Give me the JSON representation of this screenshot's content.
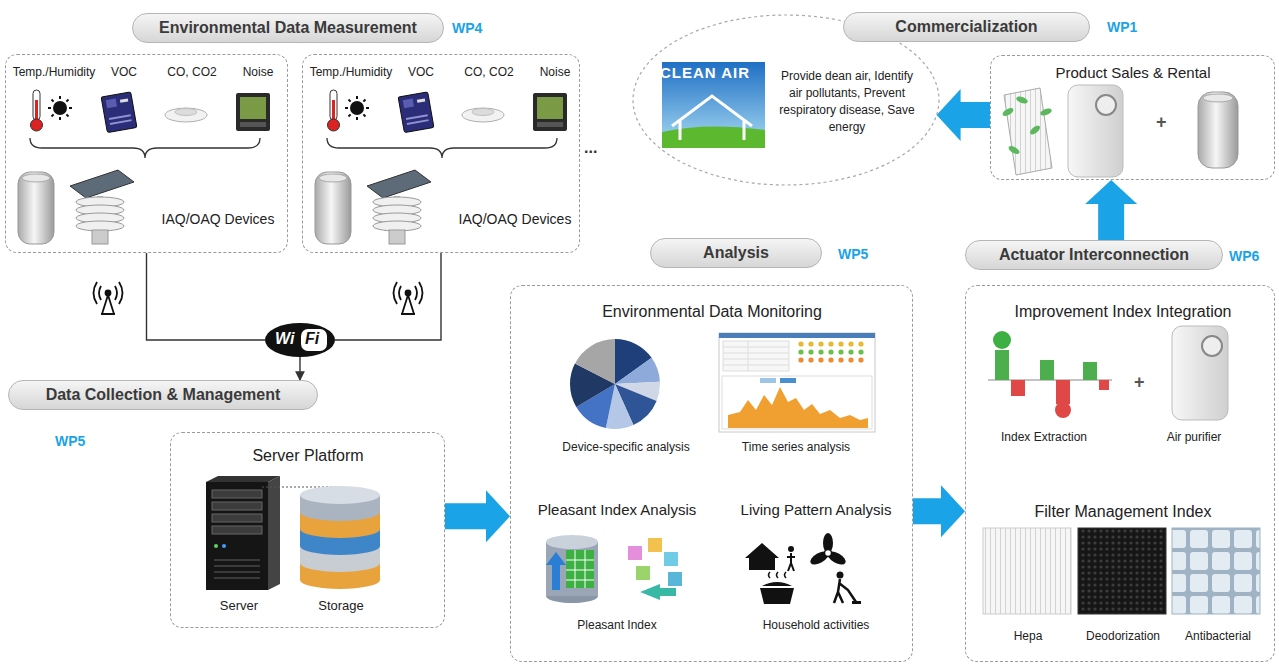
{
  "diagram": {
    "nodes": [
      {
        "text": [
          "Environmental Data Measurement"
        ]
      },
      {
        "text": [
          "Temp./Humidity",
          "VOC",
          "CO, CO2",
          "Noise",
          "IAQ/OAQ Devices"
        ]
      },
      {
        "text": [
          "Temp./Humidity",
          "VOC",
          "CO, CO2",
          "Noise",
          "IAQ/OAQ Devices"
        ]
      },
      {
        "text": [
          "Wi",
          "Fi"
        ]
      },
      {
        "text": [
          "Data Collection & Management"
        ]
      },
      {
        "text": [
          "Server Platform",
          "Server",
          "Storage"
        ]
      },
      {
        "text": [
          "Analysis"
        ]
      },
      {
        "text": [
          "Environmental Data Monitoring",
          "Device-specific analysis",
          "Time series analysis",
          "Pleasant Index Analysis",
          "Pleasant Index",
          "Living Pattern Analysis",
          "Household activities"
        ]
      },
      {
        "text": [
          "Actuator Interconnection"
        ]
      },
      {
        "text": [
          "Improvement Index Integration",
          "Index Extraction",
          "Air purifier",
          "Filter Management Index",
          "Hepa",
          "Deodorization",
          "Antibacterial"
        ]
      },
      {
        "text": [
          "Commercialization"
        ]
      },
      {
        "text": [
          "Product Sales & Rental"
        ]
      },
      {
        "text": [
          "CLEAN AIR",
          "Provide dean air, Identify air pollutants, Prevent respiratory disease, Save energy"
        ]
      }
    ],
    "edges": [
      {
        "from": 1,
        "to": 3,
        "arrow": "none"
      },
      {
        "from": 2,
        "to": 3,
        "arrow": "none"
      },
      {
        "from": 3,
        "to": 4,
        "arrow": "to"
      },
      {
        "from": 5,
        "to": 7,
        "arrow": "to"
      },
      {
        "from": 7,
        "to": 9,
        "arrow": "to"
      },
      {
        "from": 8,
        "to": 11,
        "arrow": "to"
      },
      {
        "from": 11,
        "to": 12,
        "arrow": "to"
      }
    ],
    "labels": [
      "WP4",
      "...",
      "WP5",
      "WP5",
      "WP6",
      "WP1",
      "+",
      "+"
    ]
  }
}
